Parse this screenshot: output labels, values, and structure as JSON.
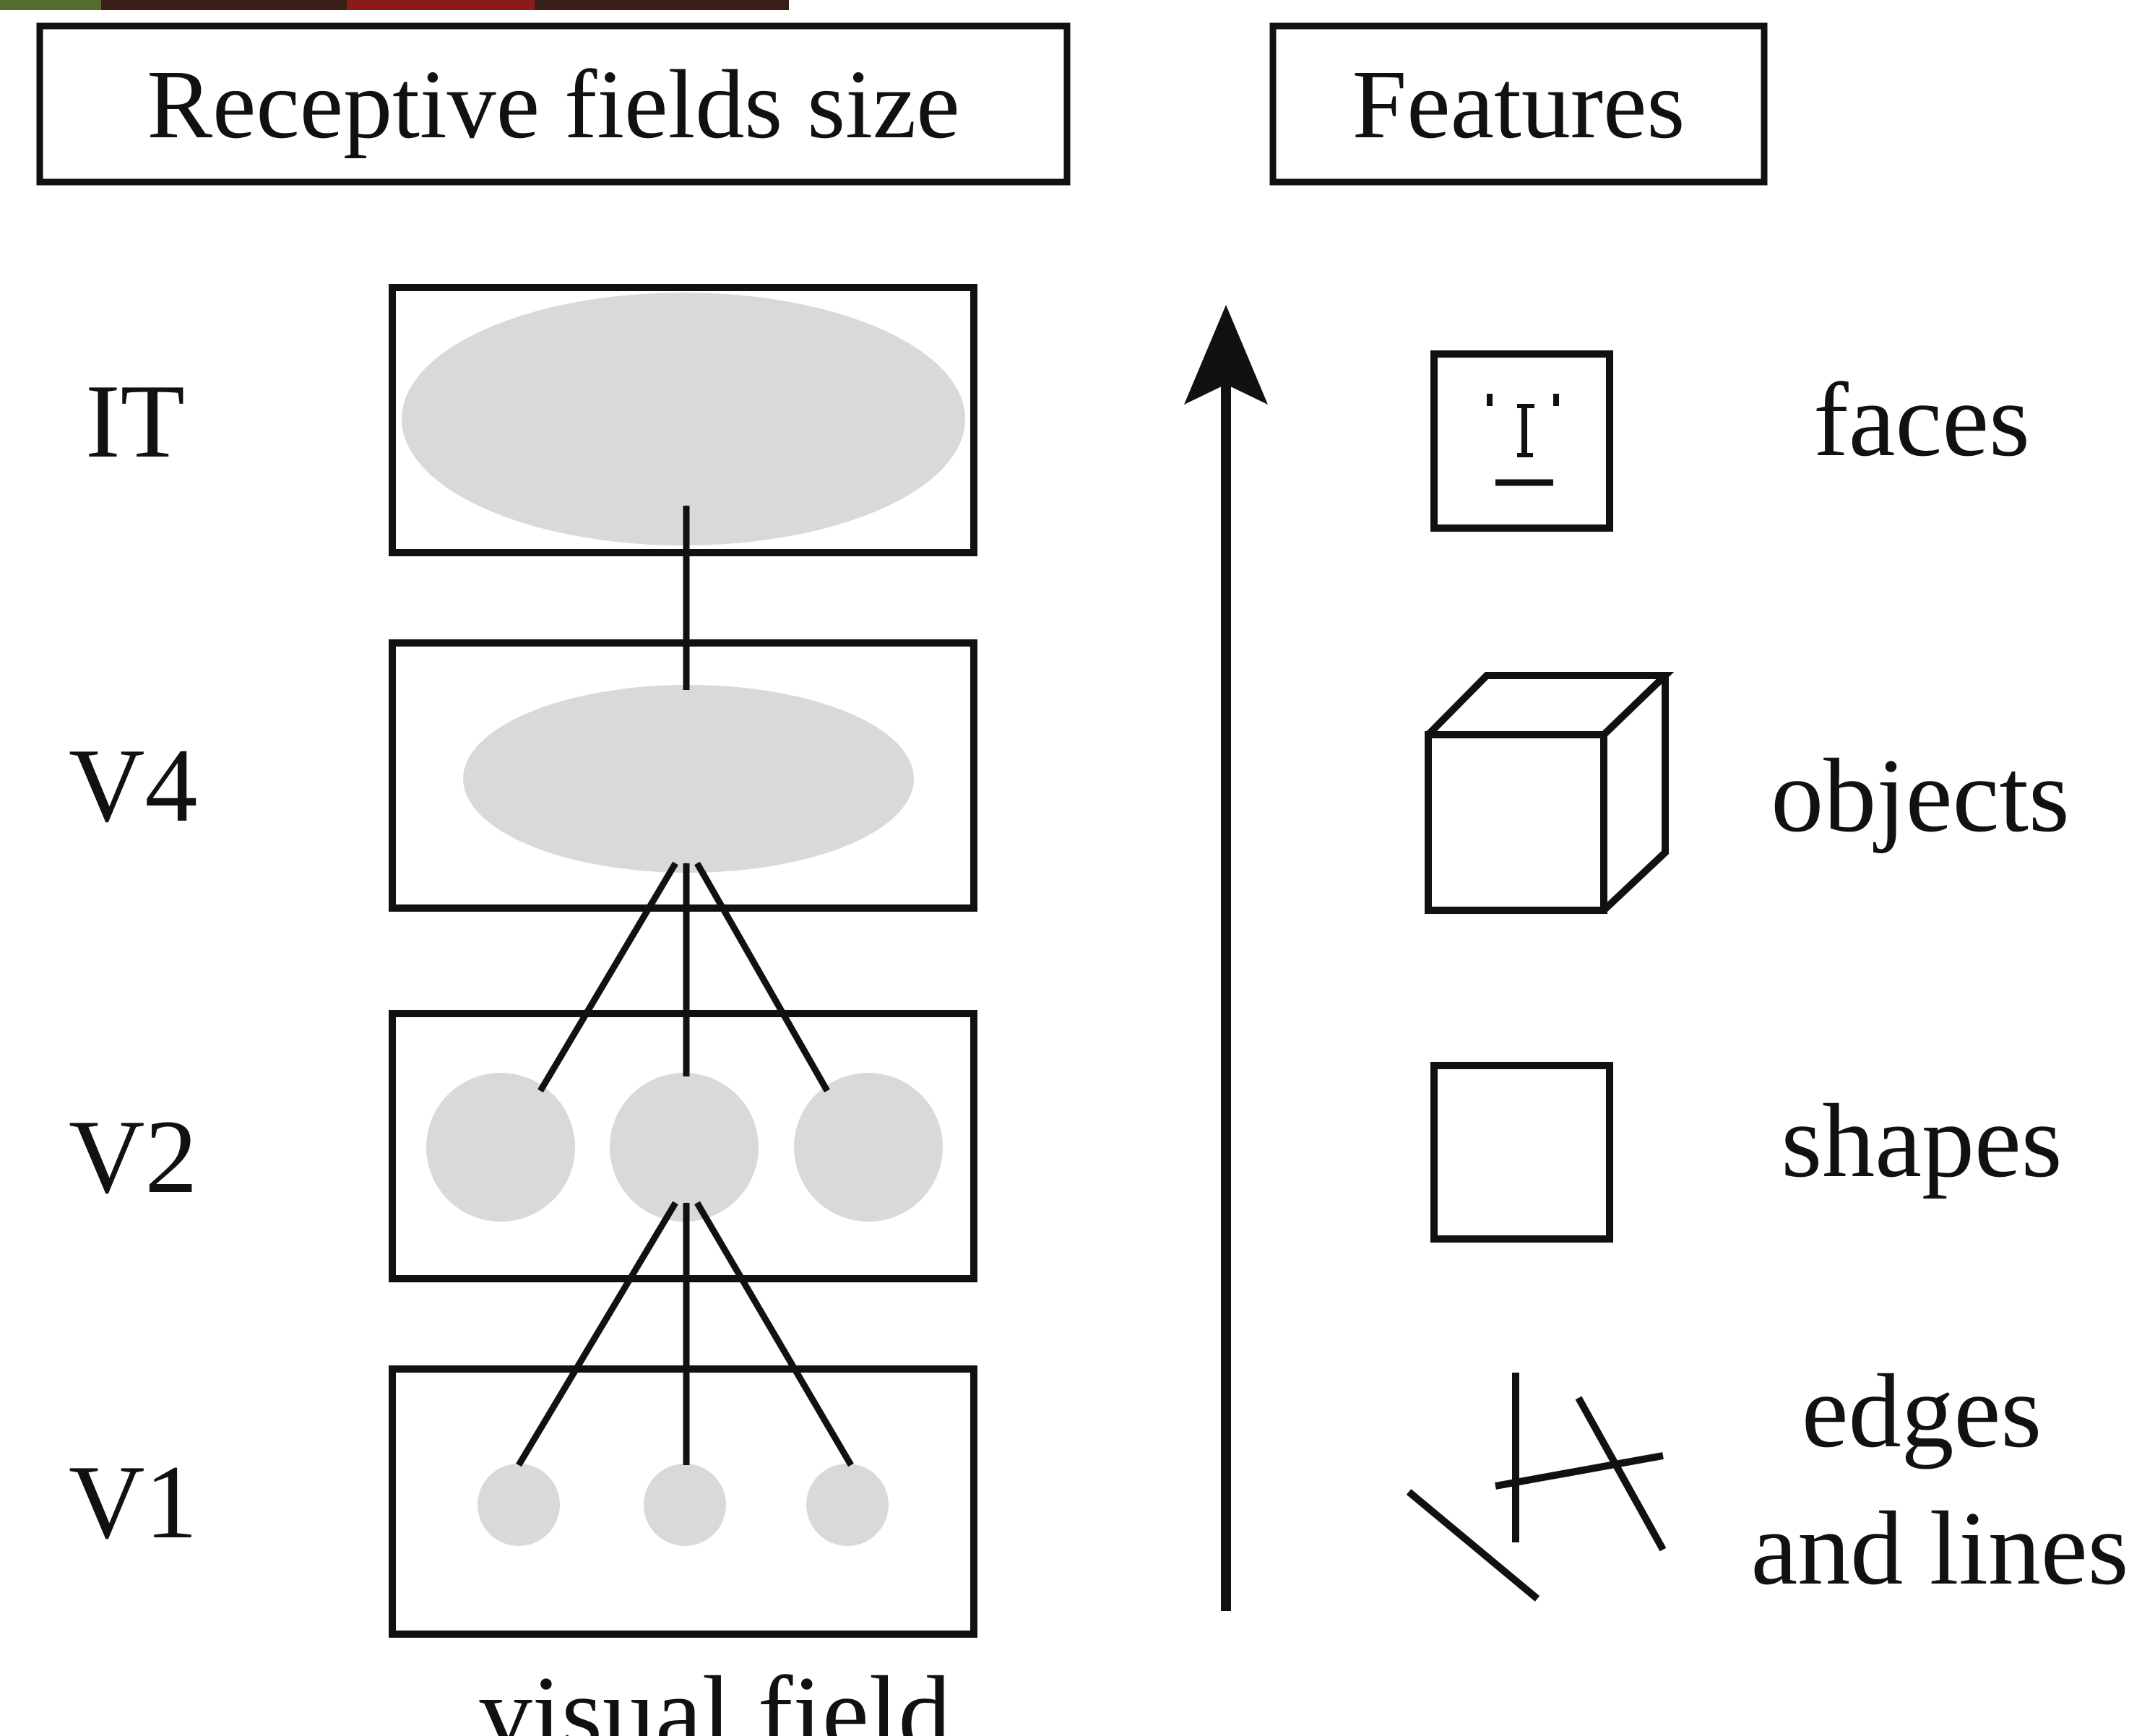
{
  "headers": {
    "receptive": "Receptive fields size",
    "features": "Features"
  },
  "layers": [
    {
      "id": "it",
      "label": "IT"
    },
    {
      "id": "v4",
      "label": "V4"
    },
    {
      "id": "v2",
      "label": "V2"
    },
    {
      "id": "v1",
      "label": "V1"
    }
  ],
  "input_label": "visual field",
  "features": [
    {
      "id": "faces",
      "label": "faces",
      "icon": "face-icon"
    },
    {
      "id": "objects",
      "label": "objects",
      "icon": "cube-icon"
    },
    {
      "id": "shapes",
      "label": "shapes",
      "icon": "square-icon"
    },
    {
      "id": "edges",
      "label_line1": "edges",
      "label_line2": "and lines",
      "icon": "lines-icon"
    }
  ],
  "colors": {
    "stroke": "#111111",
    "receptive_field": "#d9d9d9",
    "top_strip_dark": "#3a1e18",
    "top_strip_red": "#8c1a1a",
    "top_strip_green": "#556b2f"
  }
}
